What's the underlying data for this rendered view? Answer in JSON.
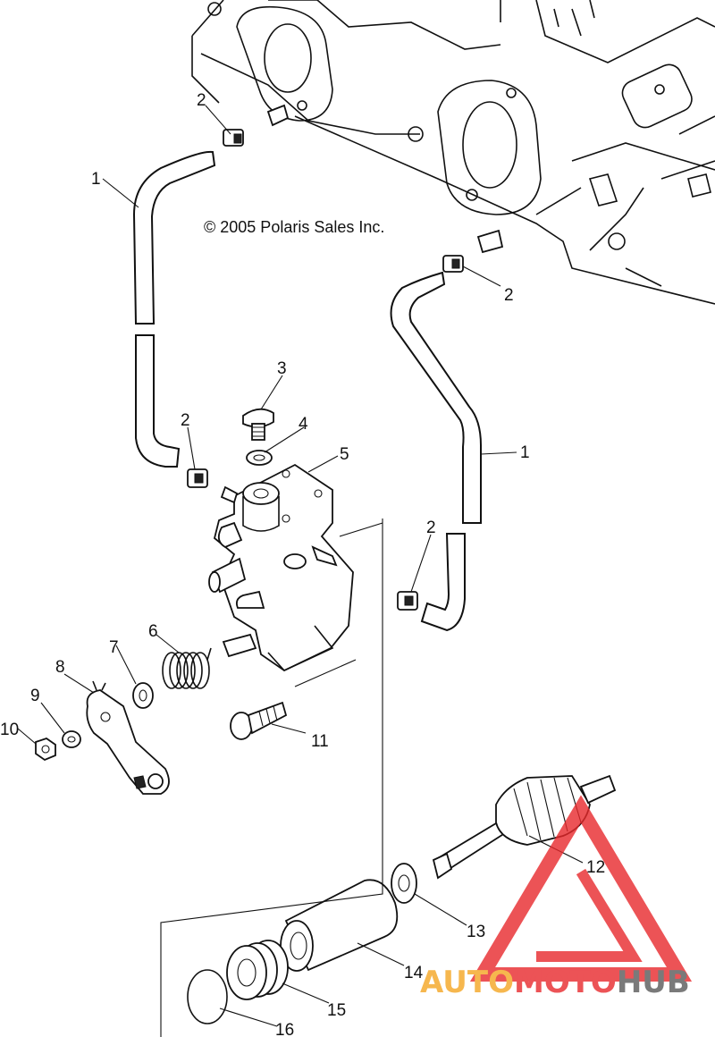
{
  "copyright": "© 2005 Polaris Sales Inc.",
  "callouts": {
    "c1a": "1",
    "c1b": "1",
    "c2a": "2",
    "c2b": "2",
    "c2c": "2",
    "c2d": "2",
    "c3": "3",
    "c4": "4",
    "c5": "5",
    "c6": "6",
    "c7": "7",
    "c8": "8",
    "c9": "9",
    "c10": "10",
    "c11": "11",
    "c12": "12",
    "c13": "13",
    "c14": "14",
    "c15": "15",
    "c16": "16"
  },
  "watermark": {
    "part1": "AUTO",
    "part2": "MOTO",
    "part3": "HUB"
  },
  "colors": {
    "line": "#111111",
    "watermark_red": "#e8292c",
    "watermark_orange": "#f5a623",
    "watermark_gray": "#5a5a5a"
  }
}
